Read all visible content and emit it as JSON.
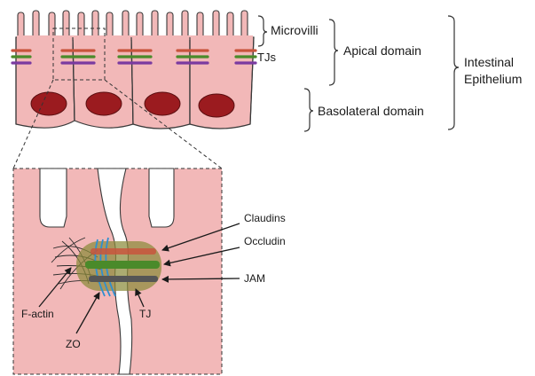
{
  "labels": {
    "microvilli": "Microvilli",
    "tjs": "TJs",
    "apical_domain": "Apical domain",
    "basolateral_domain": "Basolateral domain",
    "intestinal_line1": "Intestinal",
    "intestinal_line2": "Epithelium",
    "claudins": "Claudins",
    "occludin": "Occludin",
    "jam": "JAM",
    "f_actin": "F-actin",
    "tj": "TJ",
    "zo": "ZO"
  },
  "colors": {
    "cell_fill": "#f2b8b8",
    "cell_stroke": "#3a3a3a",
    "nucleus": "#9b1b1f",
    "claudin_band": "#c8553d",
    "occludin_band": "#4a8a2a",
    "jam_band": "#7a3aa0",
    "zo_strand": "#2f8fd0",
    "tj_complex": "#8a8a3a"
  }
}
